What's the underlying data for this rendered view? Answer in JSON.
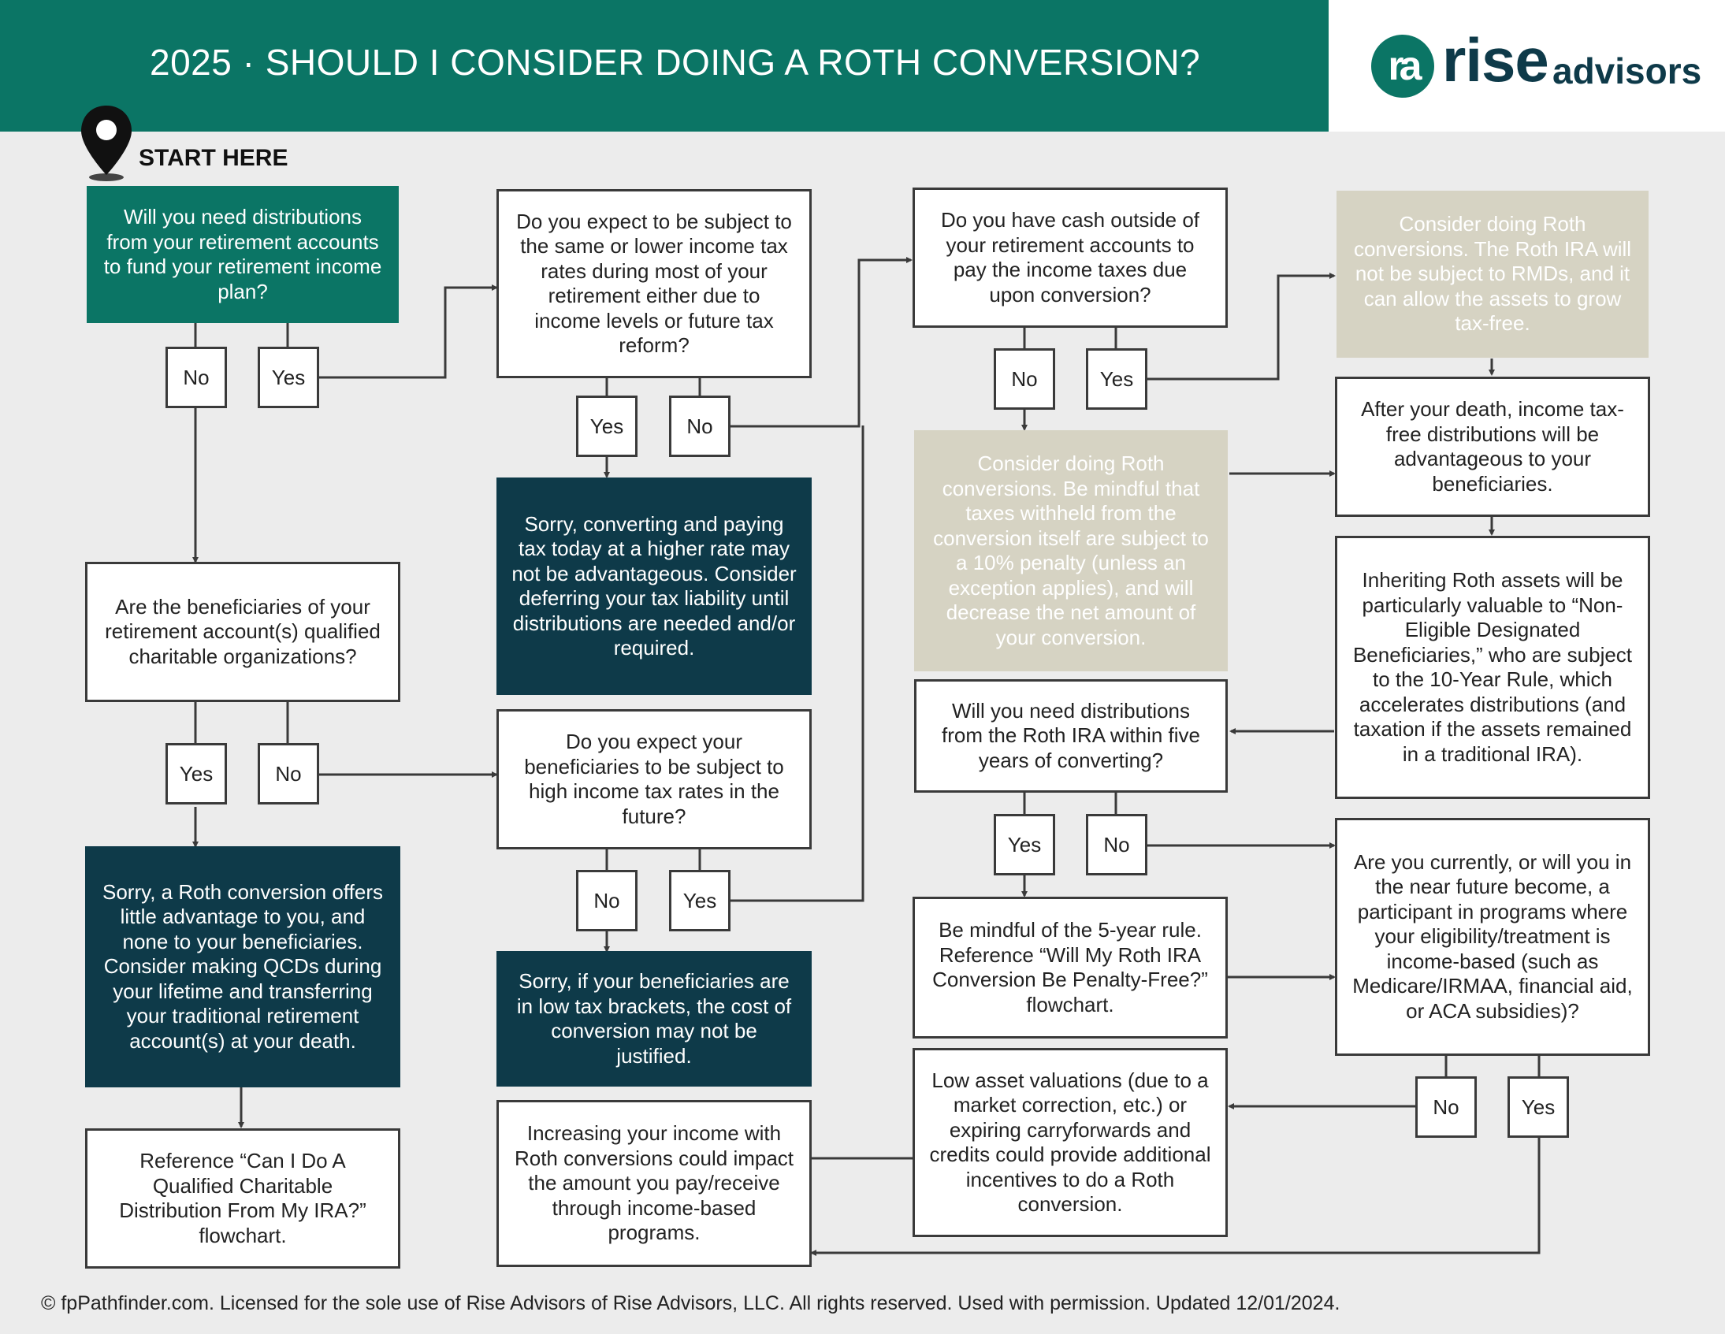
{
  "header": {
    "title": "2025 · SHOULD I CONSIDER DOING A ROTH CONVERSION?",
    "logo_mark": "ra",
    "logo_word": "rise",
    "logo_sub": "advisors"
  },
  "start": {
    "label": "START HERE",
    "icon": "map-pin-icon"
  },
  "nodes": {
    "q_need_distributions": "Will you need distributions from your retirement accounts to fund your retirement income plan?",
    "q_beneficiaries_charitable": "Are the beneficiaries of your retirement account(s) qualified charitable organizations?",
    "r_qcd_advice": "Sorry, a Roth conversion offers little advantage to you, and none to your beneficiaries. Consider making QCDs during your lifetime and transferring your traditional retirement account(s) at your death.",
    "r_reference_qcd": "Reference “Can I Do A Qualified Charitable Distribution From My IRA?” flowchart.",
    "q_same_lower_rates": "Do you expect to be subject to the same or lower income tax rates during most of your retirement either due to income levels or future tax reform?",
    "r_deferring": "Sorry, converting and paying tax today at a higher rate may not be advantageous. Consider deferring your tax liability until distributions are needed and/or required.",
    "q_beneficiaries_high_rates": "Do you expect your beneficiaries to be subject to high income tax rates in the future?",
    "r_low_brackets": "Sorry, if your beneficiaries are in low tax brackets, the cost of conversion may not be justified.",
    "r_income_programs": "Increasing your income with Roth conversions could impact the amount you pay/receive through income-based programs.",
    "q_cash_outside": "Do you have cash outside of your retirement accounts to pay the income taxes due upon conversion?",
    "r_mindful_withheld": "Consider doing Roth conversions. Be mindful that taxes withheld from the conversion itself are subject to a 10% penalty (unless an exception applies), and will decrease the net amount of your conversion.",
    "q_five_years": "Will you need distributions from the Roth IRA within five years of converting?",
    "r_five_year_rule": "Be mindful of the 5-year rule. Reference “Will My Roth IRA Conversion Be Penalty-Free?” flowchart.",
    "r_low_valuations": "Low asset valuations (due to a market correction, etc.) or expiring carryforwards and credits could provide additional incentives to do a Roth conversion.",
    "r_consider_rmds": "Consider doing Roth conversions. The Roth IRA will not be subject to RMDs, and it can allow the assets to grow tax-free.",
    "r_after_death": "After your death, income tax-free distributions will be advantageous to your beneficiaries.",
    "r_inheriting": "Inheriting Roth assets will be particularly valuable to “Non-Eligible Designated Beneficiaries,” who are subject to the 10-Year Rule, which accelerates distributions (and taxation if the assets remained in a traditional IRA).",
    "q_income_based": "Are you currently, or will you in the near future become, a participant in programs where your eligibility/treatment is income-based (such as Medicare/IRMAA, financial aid, or ACA subsidies)?"
  },
  "answers": {
    "yes": "Yes",
    "no": "No"
  },
  "footer": "© fpPathfinder.com. Licensed for the sole use of Rise Advisors of Rise Advisors, LLC. All rights reserved. Used with permission. Updated 12/01/2024.",
  "colors": {
    "header_green": "#0b7565",
    "navy": "#0e3a49",
    "tan": "#d6d3c3",
    "line": "#3a3a3a",
    "background": "#ececec"
  }
}
